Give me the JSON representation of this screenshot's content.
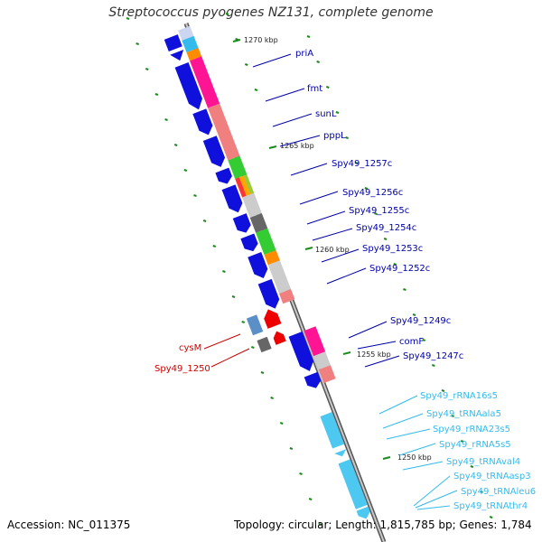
{
  "title": "Streptococcus pyogenes NZ131, complete genome",
  "footer": {
    "accession": "Accession: NC_011375",
    "summary": "Topology: circular; Length: 1,815,785 bp; Genes: 1,784"
  },
  "ticks": [
    "1270 kbp",
    "1265 kbp",
    "1260 kbp",
    "1255 kbp",
    "1250 kbp"
  ],
  "labels": {
    "blue": [
      "priA",
      "fmt",
      "sunL",
      "pppL",
      "Spy49_1257c",
      "Spy49_1256c",
      "Spy49_1255c",
      "Spy49_1254c",
      "Spy49_1253c",
      "Spy49_1252c",
      "Spy49_1249c",
      "comF",
      "Spy49_1247c"
    ],
    "red": [
      "cysM",
      "Spy49_1250"
    ],
    "rna": [
      "Spy49_rRNA16s5",
      "Spy49_tRNAala5",
      "Spy49_rRNA23s5",
      "Spy49_rRNA5s5",
      "Spy49_tRNAval4",
      "Spy49_tRNAasp3",
      "Spy49_tRNAleu6",
      "Spy49_tRNAthr4"
    ]
  },
  "colors": {
    "backbone": "#9a9a9a",
    "cds": "#1010dd",
    "cds_reverse": "#dd0000",
    "rna": "#4dc8f0",
    "blue_label": "#0000aa",
    "red_label": "#cc0000",
    "rna_label": "#33bbee",
    "gc_dots": "#1a8a1a"
  }
}
